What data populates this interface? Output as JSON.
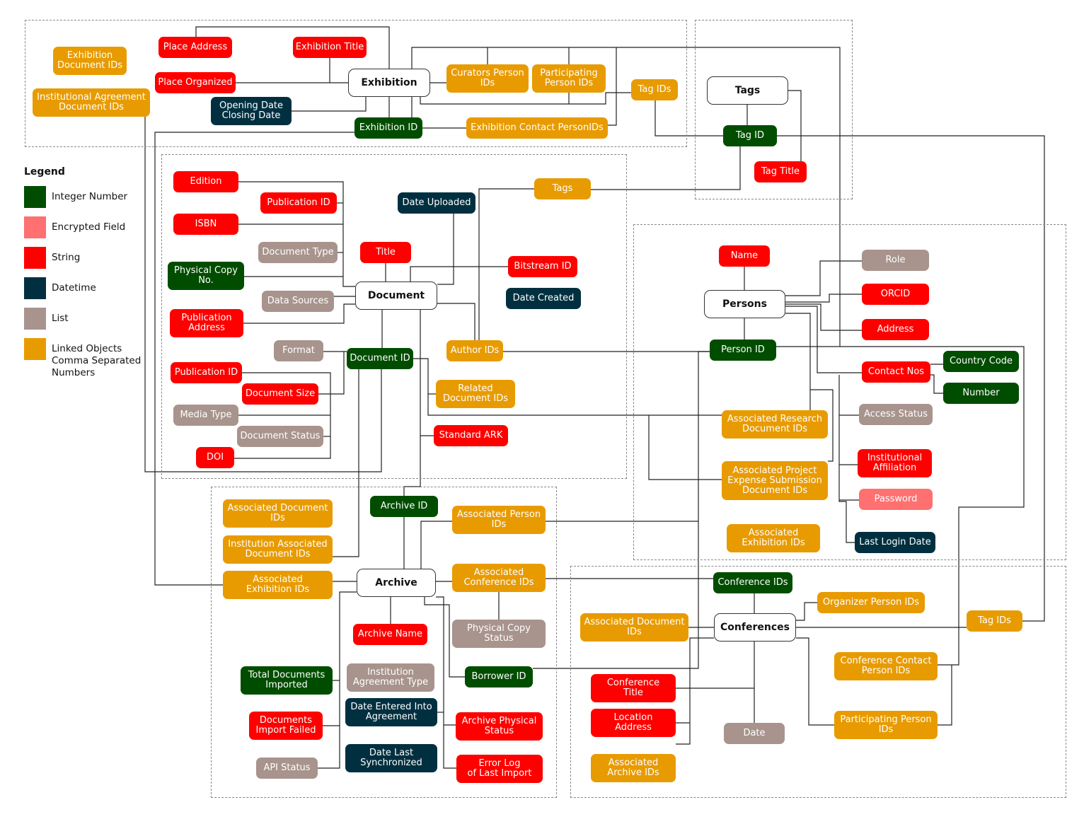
{
  "legend": {
    "title": "Legend",
    "items": [
      {
        "label": "Integer Number",
        "type": "integer",
        "color": "#004d00"
      },
      {
        "label": "Encrypted Field",
        "type": "encrypted",
        "color": "#ff7070"
      },
      {
        "label": "String",
        "type": "string",
        "color": "#ff0000"
      },
      {
        "label": "Datetime",
        "type": "datetime",
        "color": "#003040"
      },
      {
        "label": "List",
        "type": "list",
        "color": "#a8948d"
      },
      {
        "label": "Linked Objects Comma Separated Numbers",
        "type": "linked",
        "color": "#e89b00"
      }
    ]
  },
  "nodes": {
    "exh_doc_ids": {
      "label": "Exhibition\nDocument IDs",
      "type": "linked"
    },
    "inst_agreement": {
      "label": "Institutional Agreement\nDocument IDs",
      "type": "linked"
    },
    "place_address": {
      "label": "Place Address",
      "type": "string"
    },
    "place_organized": {
      "label": "Place Organized",
      "type": "string"
    },
    "exh_title": {
      "label": "Exhibition Title",
      "type": "string"
    },
    "exhibition": {
      "label": "Exhibition",
      "type": "entity"
    },
    "open_close": {
      "label": "Opening Date\nClosing Date",
      "type": "datetime"
    },
    "curators": {
      "label": "Curators Person\nIDs",
      "type": "linked"
    },
    "participating_exh": {
      "label": "Participating\nPerson IDs",
      "type": "linked"
    },
    "tag_ids_exh": {
      "label": "Tag IDs",
      "type": "linked"
    },
    "exh_id": {
      "label": "Exhibition ID",
      "type": "integer"
    },
    "exh_contact": {
      "label": "Exhibition Contact PersonIDs",
      "type": "linked"
    },
    "tags": {
      "label": "Tags",
      "type": "entity"
    },
    "tag_id": {
      "label": "Tag ID",
      "type": "integer"
    },
    "tag_title": {
      "label": "Tag Title",
      "type": "string"
    },
    "edition": {
      "label": "Edition",
      "type": "string"
    },
    "pub_id": {
      "label": "Publication ID",
      "type": "string"
    },
    "isbn": {
      "label": "ISBN",
      "type": "string"
    },
    "doc_type": {
      "label": "Document Type",
      "type": "list"
    },
    "title": {
      "label": "Title",
      "type": "string"
    },
    "phys_copy": {
      "label": "Physical Copy\nNo.",
      "type": "integer"
    },
    "data_sources": {
      "label": "Data Sources",
      "type": "list"
    },
    "document": {
      "label": "Document",
      "type": "entity"
    },
    "date_uploaded": {
      "label": "Date Uploaded",
      "type": "datetime"
    },
    "tags_doc": {
      "label": "Tags",
      "type": "linked"
    },
    "bitstream": {
      "label": "Bitstream ID",
      "type": "string"
    },
    "date_created": {
      "label": "Date Created",
      "type": "datetime"
    },
    "pub_address": {
      "label": "Publication\nAddress",
      "type": "string"
    },
    "format": {
      "label": "Format",
      "type": "list"
    },
    "author_ids": {
      "label": "Author IDs",
      "type": "linked"
    },
    "doc_id": {
      "label": "Document ID",
      "type": "integer"
    },
    "pub_id2": {
      "label": "Publication ID",
      "type": "string"
    },
    "doc_size": {
      "label": "Document Size",
      "type": "string"
    },
    "related_docs": {
      "label": "Related\nDocument IDs",
      "type": "linked"
    },
    "media_type": {
      "label": "Media Type",
      "type": "list"
    },
    "doc_status": {
      "label": "Document Status",
      "type": "list"
    },
    "standard_ark": {
      "label": "Standard ARK",
      "type": "string"
    },
    "doi": {
      "label": "DOI",
      "type": "string"
    },
    "name": {
      "label": "Name",
      "type": "string"
    },
    "persons": {
      "label": "Persons",
      "type": "entity"
    },
    "role": {
      "label": "Role",
      "type": "list"
    },
    "orcid": {
      "label": "ORCID",
      "type": "string"
    },
    "address": {
      "label": "Address",
      "type": "string"
    },
    "person_id": {
      "label": "Person ID",
      "type": "integer"
    },
    "contact_nos": {
      "label": "Contact Nos",
      "type": "string"
    },
    "country_code": {
      "label": "Country Code",
      "type": "integer"
    },
    "number": {
      "label": "Number",
      "type": "integer"
    },
    "assoc_research": {
      "label": "Associated Research\nDocument IDs",
      "type": "linked"
    },
    "access_status": {
      "label": "Access Status",
      "type": "list"
    },
    "inst_affiliation": {
      "label": "Institutional\nAffiliation",
      "type": "string"
    },
    "assoc_project": {
      "label": "Associated Project\nExpense Submission\nDocument IDs",
      "type": "linked"
    },
    "password": {
      "label": "Password",
      "type": "encrypted"
    },
    "last_login": {
      "label": "Last Login Date",
      "type": "datetime"
    },
    "assoc_exh_persons": {
      "label": "Associated\nExhibition  IDs",
      "type": "linked"
    },
    "arc_assoc_docs": {
      "label": "Associated Document\nIDs",
      "type": "linked"
    },
    "archive_id": {
      "label": "Archive ID",
      "type": "integer"
    },
    "arc_assoc_person": {
      "label": "Associated Person\nIDs",
      "type": "linked"
    },
    "inst_assoc_docs": {
      "label": "Institution Associated\nDocument IDs",
      "type": "linked"
    },
    "archive": {
      "label": "Archive",
      "type": "entity"
    },
    "arc_assoc_exh": {
      "label": "Associated\nExhibition  IDs",
      "type": "linked"
    },
    "arc_assoc_conf": {
      "label": "Associated\nConference IDs",
      "type": "linked"
    },
    "archive_name": {
      "label": "Archive Name",
      "type": "string"
    },
    "phys_copy_status": {
      "label": "Physical Copy\nStatus",
      "type": "list"
    },
    "total_docs": {
      "label": "Total Documents\nImported",
      "type": "integer"
    },
    "inst_agreement_type": {
      "label": "Institution\nAgreement Type",
      "type": "list"
    },
    "borrower_id": {
      "label": "Borrower ID",
      "type": "integer"
    },
    "date_entered": {
      "label": "Date Entered Into\nAgreement",
      "type": "datetime"
    },
    "docs_failed": {
      "label": "Documents\nImport Failed",
      "type": "string"
    },
    "arc_phys_status": {
      "label": "Archive Physical\nStatus",
      "type": "string"
    },
    "date_last_sync": {
      "label": "Date Last\nSynchronized",
      "type": "datetime"
    },
    "api_status": {
      "label": "API Status",
      "type": "list"
    },
    "error_log": {
      "label": "Error Log\nof Last Import",
      "type": "string"
    },
    "conf_ids": {
      "label": "Conference IDs",
      "type": "integer"
    },
    "organizer_ids": {
      "label": "Organizer Person IDs",
      "type": "linked"
    },
    "conf_assoc_docs": {
      "label": "Associated Document\nIDs",
      "type": "linked"
    },
    "conferences": {
      "label": "Conferences",
      "type": "entity"
    },
    "conf_tag_ids": {
      "label": "Tag IDs",
      "type": "linked"
    },
    "conf_title": {
      "label": "Conference\nTitle",
      "type": "string"
    },
    "conf_contact": {
      "label": "Conference Contact\nPerson IDs",
      "type": "linked"
    },
    "location_address": {
      "label": "Location\nAddress",
      "type": "string"
    },
    "conf_date": {
      "label": "Date",
      "type": "list"
    },
    "conf_participating": {
      "label": "Participating Person\nIDs",
      "type": "linked"
    },
    "conf_assoc_archive": {
      "label": "Associated\nArchive IDs",
      "type": "linked"
    }
  }
}
